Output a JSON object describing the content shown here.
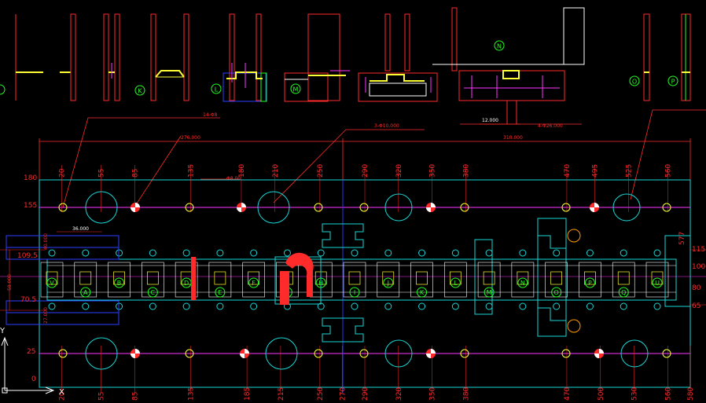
{
  "colors": {
    "background": "#000000",
    "red": "#ff2a2a",
    "cyan": "#19d6d6",
    "yellow": "#ffff33",
    "white": "#ffffff",
    "green": "#22ff22",
    "blue": "#2a40ff",
    "magenta": "#ff33ff",
    "orange": "#ff9900"
  },
  "leaders": {
    "holes_14": "14-Φ8",
    "holes_3": "3-Φ10.000",
    "holes_4": "4-Φ26.000",
    "small": "Φ8.00"
  },
  "dims_top": {
    "d276": "276.000",
    "d310": "310.000",
    "d12": "12.000",
    "d36": "36.000"
  },
  "top_labels": [
    "20",
    "55",
    "85",
    "135",
    "180",
    "210",
    "250",
    "290",
    "320",
    "350",
    "380",
    "470",
    "495",
    "525",
    "560"
  ],
  "bottom_labels": [
    "20",
    "55",
    "85",
    "135",
    "185",
    "215",
    "250",
    "270",
    "290",
    "320",
    "350",
    "380",
    "470",
    "500",
    "530",
    "560",
    "580"
  ],
  "left_labels": {
    "y180": "180",
    "y155": "155",
    "y109": "109.5",
    "y70": "70.5",
    "y25": "25",
    "y0": "0",
    "v58": "58.000",
    "v40": "40.000",
    "v27": "27.000"
  },
  "right_labels": {
    "r115": "115",
    "r100": "100",
    "r80": "80",
    "r65": "65",
    "r577": "577"
  },
  "station_letters_top": [
    "K",
    "L",
    "M",
    "N",
    "O",
    "P"
  ],
  "station_letters_strip": [
    "V",
    "A",
    "B",
    "C",
    "D",
    "E",
    "F",
    "G",
    "H",
    "I",
    "J",
    "K",
    "L",
    "M",
    "N",
    "O",
    "P",
    "Q",
    "U"
  ],
  "ucs": {
    "x": "X",
    "y": "Y"
  }
}
